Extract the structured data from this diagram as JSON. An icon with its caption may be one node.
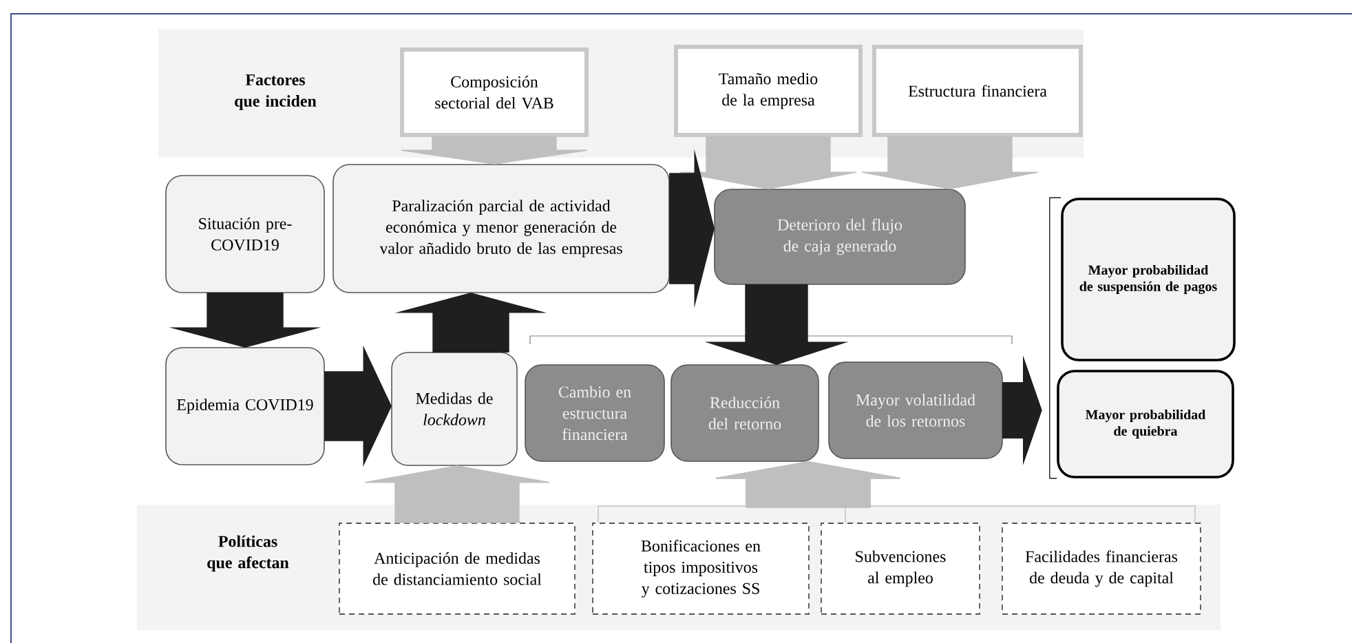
{
  "diagram": {
    "nodes": [
      {
        "text": [
          "Factores que inciden"
        ]
      },
      {
        "text": [
          "Composición sectorial del VAB"
        ],
        "in": 0
      },
      {
        "text": [
          "Tamaño medio de la empresa"
        ],
        "in": 0
      },
      {
        "text": [
          "Estructura financiera"
        ],
        "in": 0
      },
      {
        "text": [
          "Situación pre-COVID19"
        ]
      },
      {
        "text": [
          "Paralización parcial de actividad económica y menor generación de valor añadido bruto de las empresas"
        ]
      },
      {
        "text": [
          "Deterioro del flujo de caja generado"
        ]
      },
      {
        "text": [
          "Epidemia COVID19"
        ]
      },
      {
        "text": [
          "Medidas de *lockdown*"
        ]
      },
      {
        "text": [
          "Cambio en estructura financiera"
        ]
      },
      {
        "text": [
          "Reducción del retorno"
        ]
      },
      {
        "text": [
          "Mayor volatilidad de los retornos"
        ]
      },
      {
        "text": [
          "Mayor probabilidad de suspensión de pagos"
        ]
      },
      {
        "text": [
          "Mayor probabilidad de quiebra"
        ]
      },
      {
        "text": [
          "Políticas que afectan"
        ]
      },
      {
        "text": [
          "Anticipación de medidas de distanciamiento social"
        ],
        "in": 14
      },
      {
        "text": [
          "Bonificaciones en tipos impositivos y cotizaciones SS"
        ],
        "in": 14
      },
      {
        "text": [
          "Subvenciones al empleo"
        ],
        "in": 14
      },
      {
        "text": [
          "Facilidades financieras de deuda y de capital"
        ],
        "in": 14
      }
    ],
    "edges": [
      {
        "from": 1,
        "to": 5,
        "arrow": "to",
        "color": "#bfbfbf"
      },
      {
        "from": 2,
        "to": 6,
        "arrow": "to",
        "color": "#bfbfbf"
      },
      {
        "from": 3,
        "to": 6,
        "arrow": "to",
        "color": "#bfbfbf"
      },
      {
        "from": 5,
        "to": 6,
        "arrow": "to",
        "color": "#1f1f1f"
      },
      {
        "from": 4,
        "to": 7,
        "arrow": "to",
        "color": "#1f1f1f"
      },
      {
        "from": 8,
        "to": 5,
        "arrow": "to",
        "color": "#1f1f1f"
      },
      {
        "from": 7,
        "to": 8,
        "arrow": "to",
        "color": "#1f1f1f"
      },
      {
        "from": 6,
        "to": 10,
        "arrow": "to",
        "color": "#1f1f1f"
      },
      {
        "from": 11,
        "to": 12,
        "arrow": "to",
        "color": "#1f1f1f"
      },
      {
        "from": 11,
        "to": 13,
        "arrow": "to",
        "color": "#1f1f1f"
      },
      {
        "from": 15,
        "to": 8,
        "arrow": "to",
        "color": "#bfbfbf"
      },
      {
        "from": 16,
        "to": 10,
        "arrow": "to",
        "color": "#bfbfbf"
      },
      {
        "from": 17,
        "to": 10,
        "arrow": "to",
        "color": "#bfbfbf"
      },
      {
        "from": 18,
        "to": 10,
        "arrow": "to",
        "color": "#bfbfbf"
      }
    ]
  }
}
